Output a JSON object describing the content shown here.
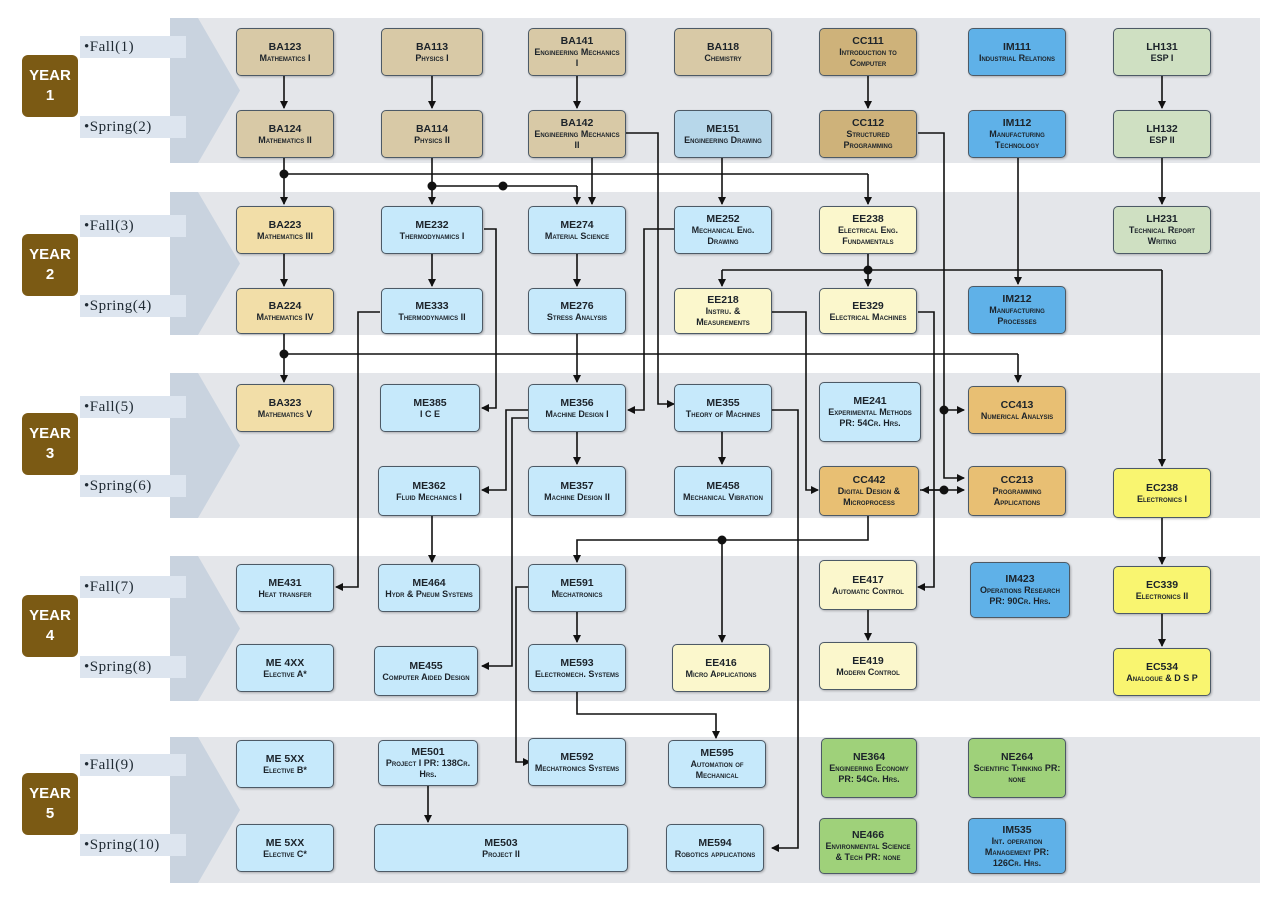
{
  "years": [
    {
      "line1": "YEAR",
      "line2": "1"
    },
    {
      "line1": "YEAR",
      "line2": "2"
    },
    {
      "line1": "YEAR",
      "line2": "3"
    },
    {
      "line1": "YEAR",
      "line2": "4"
    },
    {
      "line1": "YEAR",
      "line2": "5"
    }
  ],
  "semesters": [
    "•Fall(1)",
    "•Spring(2)",
    "•Fall(3)",
    "•Spring(4)",
    "•Fall(5)",
    "•Spring(6)",
    "•Fall(7)",
    "•Spring(8)",
    "•Fall(9)",
    "•Spring(10)"
  ],
  "courses": {
    "ba123": {
      "code": "BA123",
      "name": "Mathematics I"
    },
    "ba113": {
      "code": "BA113",
      "name": "Physics I"
    },
    "ba141": {
      "code": "BA141",
      "name": "Engineering Mechanics I"
    },
    "ba118": {
      "code": "BA118",
      "name": "Chemistry"
    },
    "cc111": {
      "code": "CC111",
      "name": "Introduction to Computer"
    },
    "im111": {
      "code": "IM111",
      "name": "Industrial Relations"
    },
    "lh131": {
      "code": "LH131",
      "name": "ESP I"
    },
    "ba124": {
      "code": "BA124",
      "name": "Mathematics II"
    },
    "ba114": {
      "code": "BA114",
      "name": "Physics II"
    },
    "ba142": {
      "code": "BA142",
      "name": "Engineering Mechanics II"
    },
    "me151": {
      "code": "ME151",
      "name": "Engineering Drawing"
    },
    "cc112": {
      "code": "CC112",
      "name": "Structured Programming"
    },
    "im112": {
      "code": "IM112",
      "name": "Manufacturing Technology"
    },
    "lh132": {
      "code": "LH132",
      "name": "ESP II"
    },
    "ba223": {
      "code": "BA223",
      "name": "Mathematics III"
    },
    "me232": {
      "code": "ME232",
      "name": "Thermodynamics I"
    },
    "me274": {
      "code": "ME274",
      "name": "Material Science"
    },
    "me252": {
      "code": "ME252",
      "name": "Mechanical Eng. Drawing"
    },
    "ee238": {
      "code": "EE238",
      "name": "Electrical Eng. Fundamentals"
    },
    "lh231": {
      "code": "LH231",
      "name": "Technical Report Writing"
    },
    "ba224": {
      "code": "BA224",
      "name": "Mathematics IV"
    },
    "me333": {
      "code": "ME333",
      "name": "Thermodynamics II"
    },
    "me276": {
      "code": "ME276",
      "name": "Stress Analysis"
    },
    "ee218": {
      "code": "EE218",
      "name": "Instru. & Measurements"
    },
    "ee329": {
      "code": "EE329",
      "name": "Electrical Machines"
    },
    "im212": {
      "code": "IM212",
      "name": "Manufacturing Processes"
    },
    "ba323": {
      "code": "BA323",
      "name": "Mathematics V"
    },
    "me385": {
      "code": "ME385",
      "name": "I C E"
    },
    "me356": {
      "code": "ME356",
      "name": "Machine Design I"
    },
    "me355": {
      "code": "ME355",
      "name": "Theory of Machines"
    },
    "me241": {
      "code": "ME241",
      "name": "Experimental Methods PR: 54Cr. Hrs."
    },
    "cc413": {
      "code": "CC413",
      "name": "Numerical Analysis"
    },
    "me362": {
      "code": "ME362",
      "name": "Fluid Mechanics I"
    },
    "me357": {
      "code": "ME357",
      "name": "Machine Design II"
    },
    "me458": {
      "code": "ME458",
      "name": "Mechanical Vibration"
    },
    "cc442": {
      "code": "CC442",
      "name": "Digital Design & Microprocess"
    },
    "cc213": {
      "code": "CC213",
      "name": "Programming Applications"
    },
    "ec238": {
      "code": "EC238",
      "name": "Electronics I"
    },
    "me431": {
      "code": "ME431",
      "name": "Heat transfer"
    },
    "me464": {
      "code": "ME464",
      "name": "Hydr & Pneum Systems"
    },
    "me591": {
      "code": "ME591",
      "name": "Mechatronics"
    },
    "ee417": {
      "code": "EE417",
      "name": "Automatic Control"
    },
    "im423": {
      "code": "IM423",
      "name": "Operations Research PR: 90Cr. Hrs."
    },
    "ec339": {
      "code": "EC339",
      "name": "Electronics II"
    },
    "me4xx": {
      "code": "ME 4XX",
      "name": "Elective A*"
    },
    "me455": {
      "code": "ME455",
      "name": "Computer Aided Design"
    },
    "me593": {
      "code": "ME593",
      "name": "Electromech. Systems"
    },
    "ee416": {
      "code": "EE416",
      "name": "Micro Applications"
    },
    "ee419": {
      "code": "EE419",
      "name": "Modern Control"
    },
    "ec534": {
      "code": "EC534",
      "name": "Analogue & D S P"
    },
    "me5xxb": {
      "code": "ME 5XX",
      "name": "Elective B*"
    },
    "me501": {
      "code": "ME501",
      "name": "Project I PR: 138Cr. Hrs."
    },
    "me592": {
      "code": "ME592",
      "name": "Mechatronics Systems"
    },
    "me595": {
      "code": "ME595",
      "name": "Automation of Mechanical"
    },
    "ne364": {
      "code": "NE364",
      "name": "Engineering Economy PR: 54Cr. Hrs."
    },
    "ne264": {
      "code": "NE264",
      "name": "Scientific Thinking PR: none"
    },
    "me5xxc": {
      "code": "ME 5XX",
      "name": "Elective C*"
    },
    "me503": {
      "code": "ME503",
      "name": "Project II"
    },
    "me594": {
      "code": "ME594",
      "name": "Robotics applications"
    },
    "ne466": {
      "code": "NE466",
      "name": "Environmental Science & Tech PR: none"
    },
    "im535": {
      "code": "IM535",
      "name": "Int. operation Management PR: 126Cr. Hrs."
    }
  },
  "colors": {
    "basic_sciences": "#d8c9a6",
    "computer": "#ceb27a",
    "industrial_management": "#5fb1e8",
    "language": "#cfe0c2",
    "mechanical": "#c6e9fb",
    "mathematics": "#f2dea8",
    "electrical": "#fbf7cc",
    "computer_engineering": "#e8bf73",
    "electronics": "#f9f570",
    "non_engineering": "#9fd17a",
    "year_badge": "#7b5a14"
  }
}
